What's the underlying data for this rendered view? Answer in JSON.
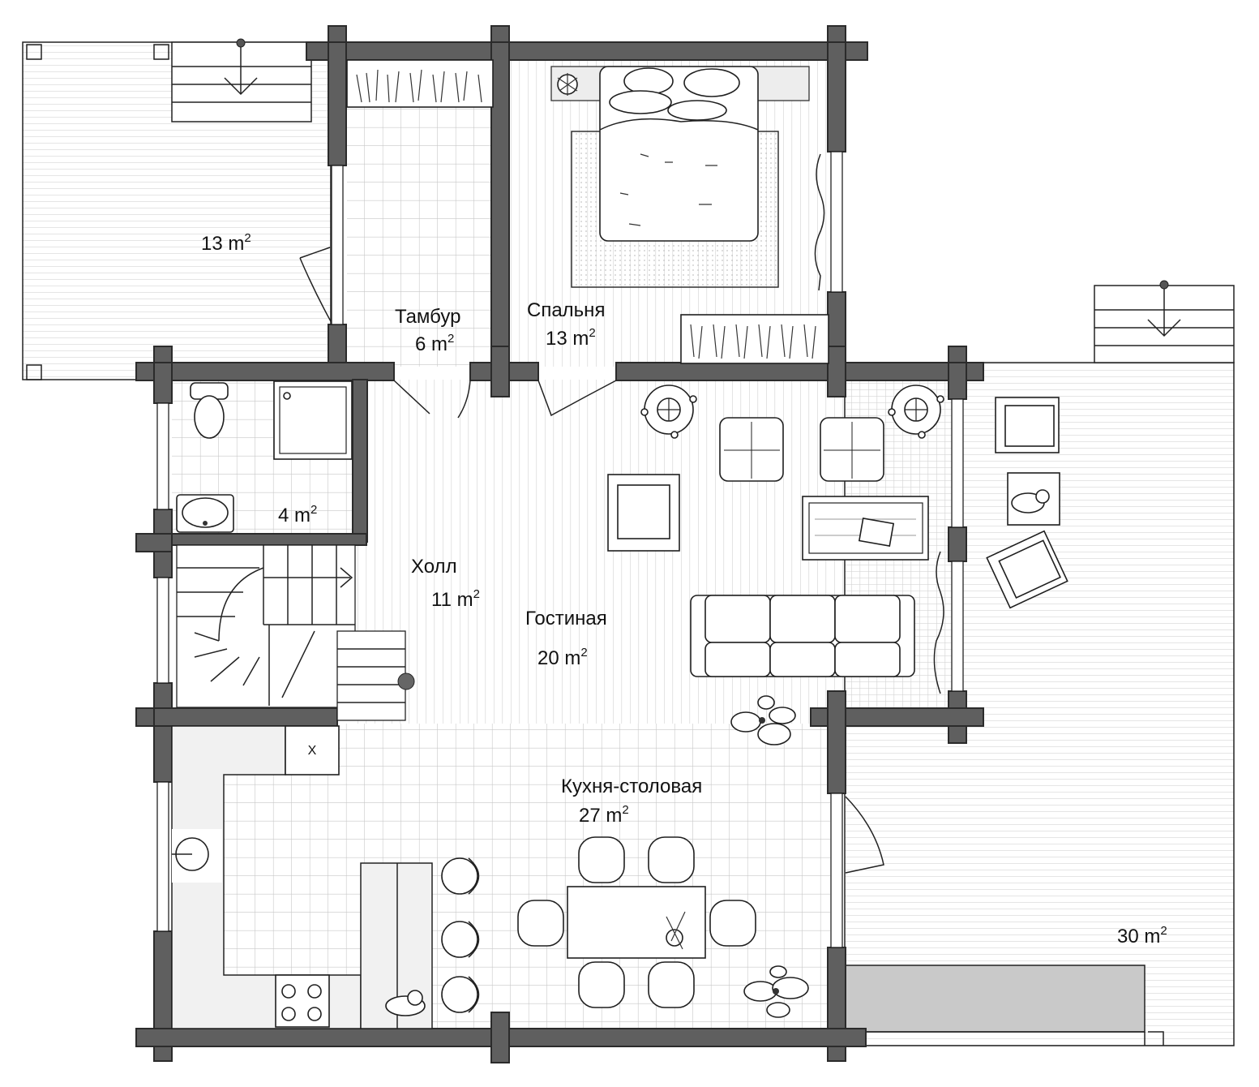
{
  "palette": {
    "wall": "#5f5f5f",
    "tile_line": "#c8c8c8",
    "board_line": "#d2d2d2",
    "deck_line": "#cfcfcf",
    "furniture_fill": "#f1f1f1",
    "pool_fill": "#c9c9c9"
  },
  "rooms": [
    {
      "id": "terrace-left",
      "area_value": "13 m",
      "area_sup": "2"
    },
    {
      "id": "vestibule",
      "name": "Тамбур",
      "area_value": "6 m",
      "area_sup": "2"
    },
    {
      "id": "bedroom",
      "name": "Спальня",
      "area_value": "13 m",
      "area_sup": "2"
    },
    {
      "id": "bathroom",
      "area_value": "4 m",
      "area_sup": "2"
    },
    {
      "id": "hall",
      "name": "Холл",
      "area_value": "11 m",
      "area_sup": "2"
    },
    {
      "id": "living",
      "name": "Гостиная",
      "area_value": "20 m",
      "area_sup": "2"
    },
    {
      "id": "kitchen",
      "name": "Кухня-столовая",
      "area_value": "27 m",
      "area_sup": "2"
    },
    {
      "id": "terrace-right",
      "area_value": "30 m",
      "area_sup": "2"
    }
  ],
  "fixtures": {
    "hob_mark": "X"
  }
}
